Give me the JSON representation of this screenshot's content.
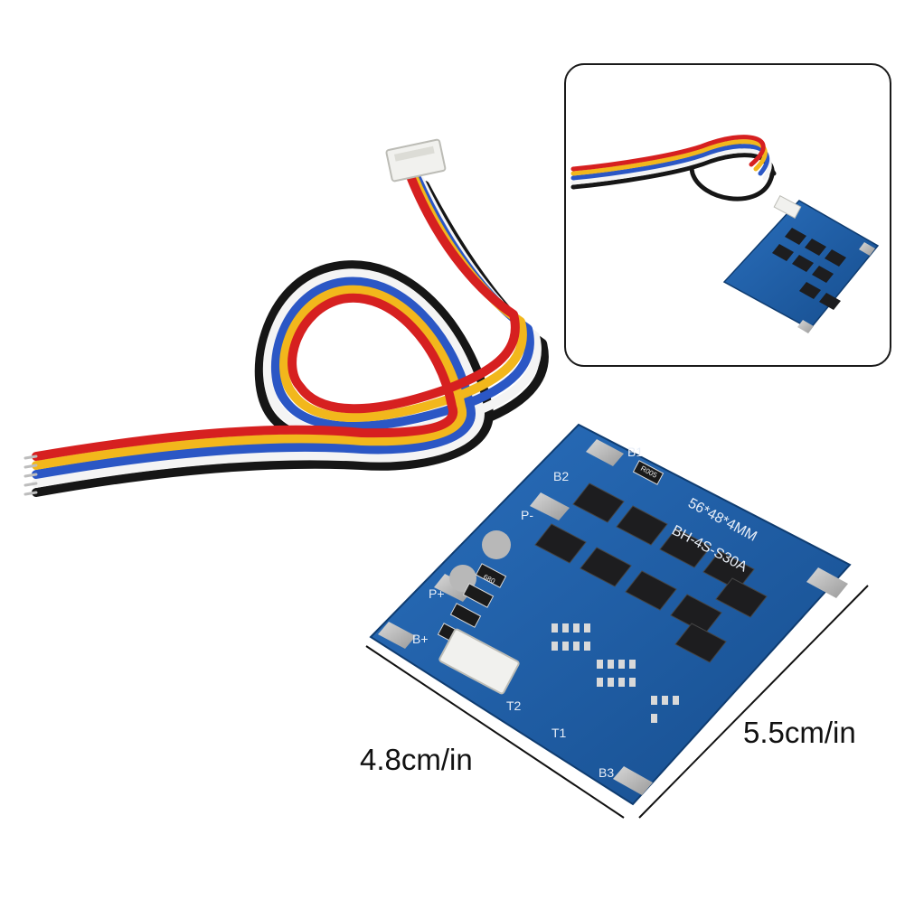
{
  "labels": {
    "width_dimension": "4.8cm/in",
    "height_dimension": "5.5cm/in"
  },
  "board": {
    "silkscreen_model": "BH-4S-S30A",
    "silkscreen_size": "56*48*4MM",
    "pads": [
      "B1",
      "B2",
      "B3",
      "P-",
      "P+",
      "B+"
    ],
    "connector_marks": [
      "T2",
      "T1"
    ],
    "resistor_code": "R005",
    "resistor_array_code": "680"
  },
  "colors": {
    "background": "#ffffff",
    "pcb_blue": "#1f5fa8",
    "wire_red": "#d62020",
    "wire_yellow": "#f2b71c",
    "wire_white": "#f4f4f4",
    "wire_blue": "#2b57c5",
    "wire_black": "#161616",
    "connector_white": "#f1f1ee"
  },
  "icons": [
    "wire-harness-icon",
    "bms-board-icon",
    "balance-connector-icon"
  ]
}
